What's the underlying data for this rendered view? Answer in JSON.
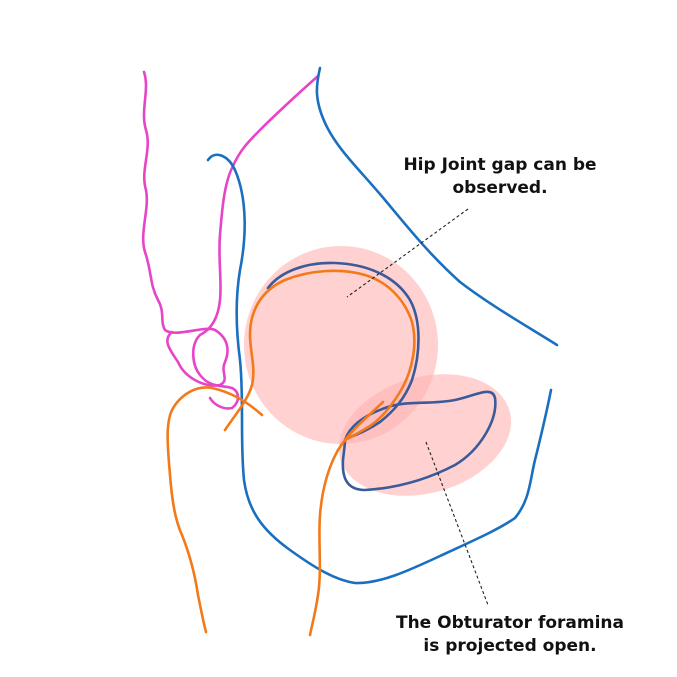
{
  "annotations": {
    "hip_joint_gap": {
      "line1": "Hip Joint gap can be",
      "line2": "observed."
    },
    "obturator_foramina": {
      "line1": "The Obturator foramina",
      "line2": "is projected open."
    }
  },
  "colors": {
    "highlight_fill": "#ffb3b3",
    "pelvis_outline": "#1a6fbf",
    "femoral_head_outline": "#3a5a9a",
    "femur_outline": "#f27a1a",
    "spine_outline": "#e645c8",
    "leader_line": "#222222"
  }
}
